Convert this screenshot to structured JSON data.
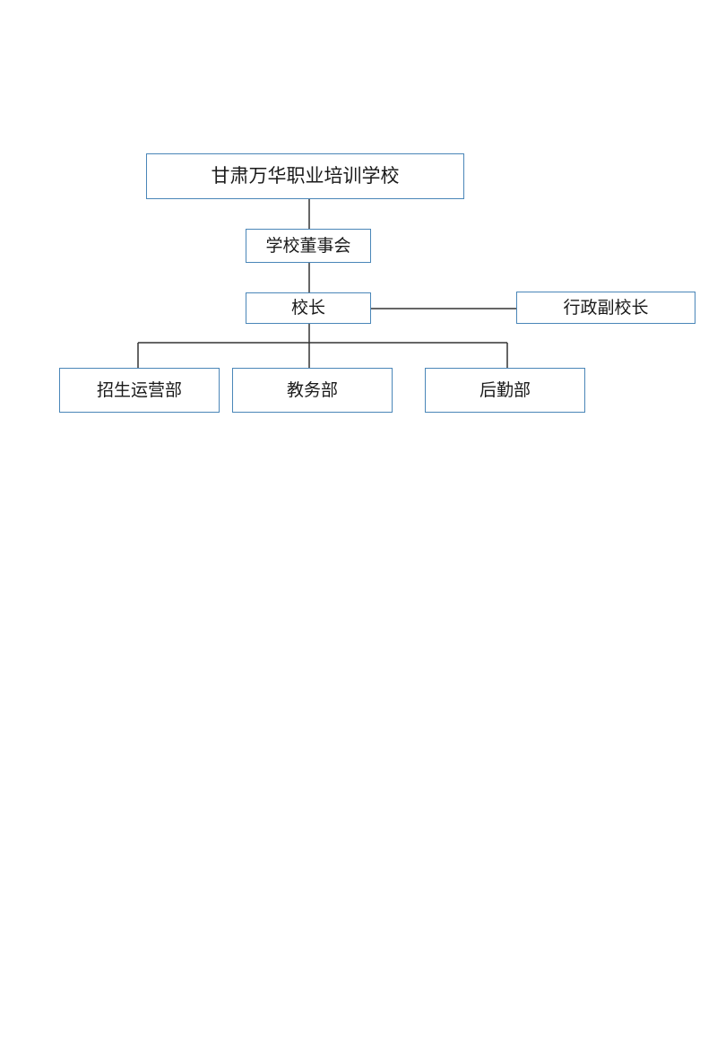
{
  "org_chart": {
    "root": "甘肃万华职业培训学校",
    "board": "学校董事会",
    "principal": "校长",
    "deputy": "行政副校长",
    "departments": [
      "招生运营部",
      "教务部",
      "后勤部"
    ]
  },
  "colors": {
    "box_border": "#4a86b8",
    "connector": "#333333",
    "text": "#1a1a1a",
    "background": "#ffffff"
  }
}
